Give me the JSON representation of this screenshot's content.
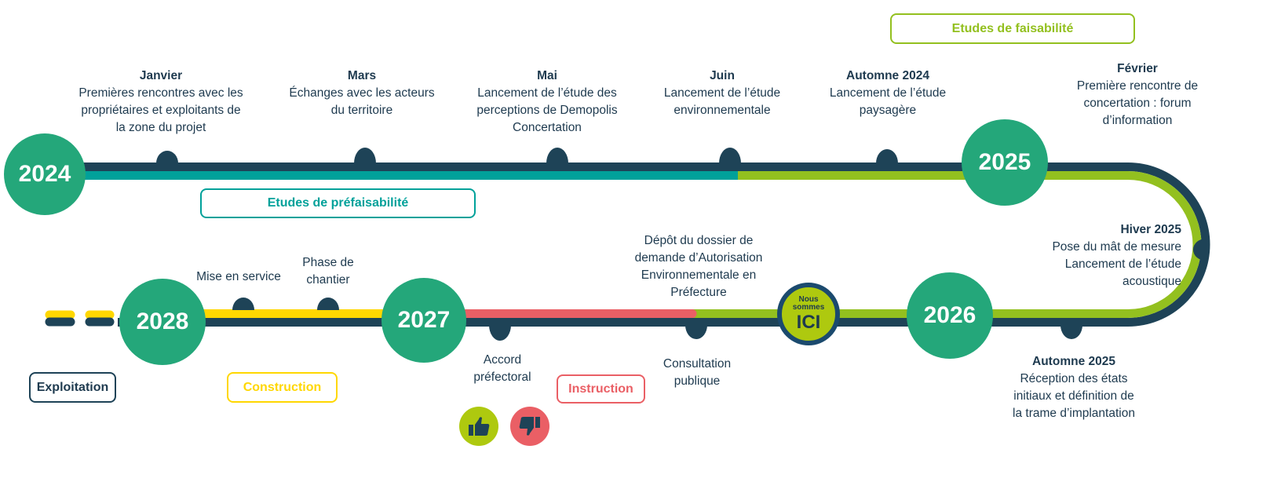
{
  "colors": {
    "navy": "#1e4357",
    "year_circle": "#24a77a",
    "teal": "#00a19a",
    "lime": "#93c01f",
    "red": "#ea5f65",
    "yellow": "#ffd700",
    "ici": "#aec90f"
  },
  "years": [
    "2024",
    "2025",
    "2026",
    "2027",
    "2028"
  ],
  "phases": {
    "faisabilite": "Etudes de faisabilité",
    "prefaisabilite": "Etudes de préfaisabilité",
    "exploitation": "Exploitation",
    "construction": "Construction",
    "instruction": "Instruction"
  },
  "ici": {
    "small": "Nous sommes",
    "big": "ICI"
  },
  "events": {
    "janvier": {
      "title": "Janvier",
      "lines": [
        "Premières rencontres avec les",
        "propriétaires et exploitants de",
        "la zone du projet"
      ]
    },
    "mars": {
      "title": "Mars",
      "lines": [
        "Échanges avec les acteurs",
        "du territoire"
      ]
    },
    "mai": {
      "title": "Mai",
      "lines": [
        "Lancement de l’étude des",
        "perceptions de Demopolis",
        "Concertation"
      ]
    },
    "juin": {
      "title": "Juin",
      "lines": [
        "Lancement de l’étude",
        "environnementale"
      ]
    },
    "automne2024": {
      "title": "Automne 2024",
      "lines": [
        "Lancement de l’étude",
        "paysagère"
      ]
    },
    "fevrier": {
      "title": "Février",
      "lines": [
        "Première rencontre de",
        "concertation : forum",
        "d’information"
      ]
    },
    "hiver2025": {
      "title": "Hiver 2025",
      "lines": [
        "Pose du mât de mesure",
        "Lancement de l’étude",
        "acoustique"
      ]
    },
    "automne2025": {
      "title": "Automne 2025",
      "lines": [
        "Réception des états",
        "initiaux et définition de",
        "la trame d’implantation"
      ]
    },
    "depot": {
      "lines": [
        "Dépôt du dossier de",
        "demande d’Autorisation",
        "Environnementale en",
        "Préfecture"
      ]
    },
    "consultation": {
      "lines": [
        "Consultation",
        "publique"
      ]
    },
    "accord": {
      "lines": [
        "Accord",
        "préfectoral"
      ]
    },
    "chantier": {
      "lines": [
        "Phase de",
        "chantier"
      ]
    },
    "service": {
      "lines": [
        "Mise en service"
      ]
    }
  }
}
